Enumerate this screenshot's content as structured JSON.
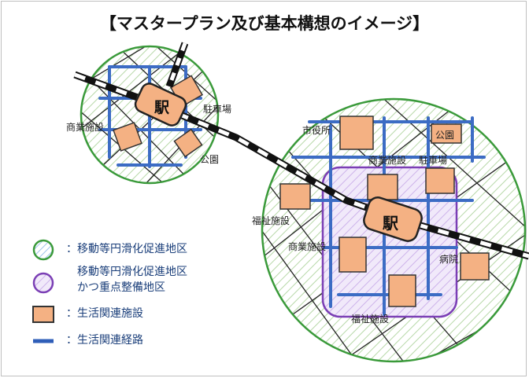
{
  "title": "【マスタープラン及び基本構想のイメージ】",
  "stations": {
    "left": "駅",
    "right": "駅"
  },
  "labels": {
    "left_commercial": "商業施設",
    "left_parking": "駐車場",
    "left_park": "公園",
    "city_hall": "市役所",
    "right_park": "公園",
    "right_commercial_top": "商業施設",
    "right_parking": "駐車場",
    "welfare_left": "福祉施設",
    "right_commercial_mid": "商業施設",
    "hospital": "病院",
    "welfare_bottom": "福祉施設"
  },
  "legend": {
    "barrier_free_area": "：移動等円滑化促進地区",
    "priority_area_line1": "移動等円滑化促進地区",
    "priority_area_line2": "かつ重点整備地区",
    "facility": "：生活関連施設",
    "route": "：生活関連経路"
  },
  "colors": {
    "area_circle": "#3a9a3a",
    "priority_border": "#7b3fb5",
    "facility_fill": "#f4b183",
    "route_blue": "#3c6cc4",
    "legend_text": "#1a3e7a"
  }
}
